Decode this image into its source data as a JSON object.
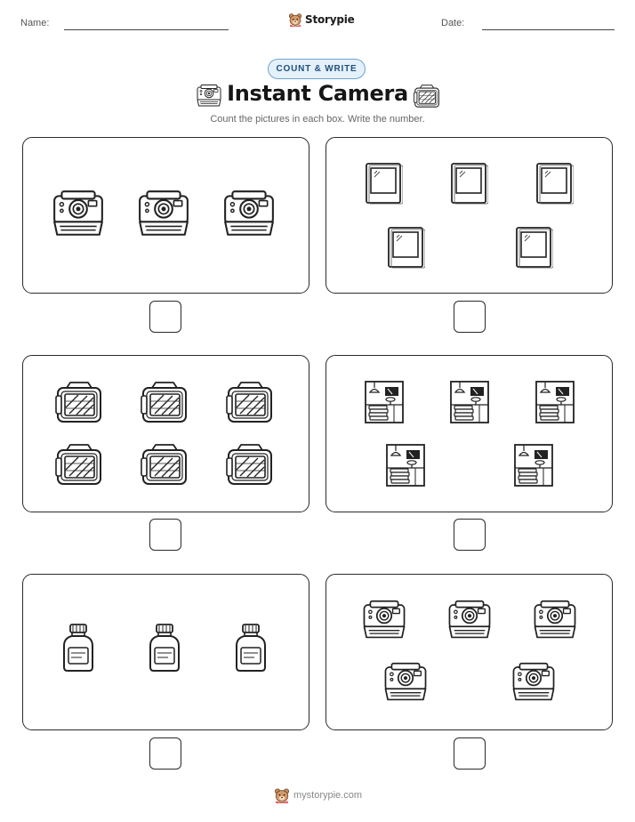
{
  "header": {
    "name_label": "Name:",
    "date_label": "Date:",
    "brand_name": "Storypie",
    "brand_icon": "bear-mascot-icon"
  },
  "badge": "COUNT & WRITE",
  "title": "Instant Camera",
  "title_icons": [
    "instant-camera-icon",
    "film-cartridge-icon"
  ],
  "instructions": "Count the pictures in each box. Write the number.",
  "panels": [
    {
      "item": "instant-camera",
      "count": 3
    },
    {
      "item": "photo-frame",
      "count": 5
    },
    {
      "item": "film-cartridge",
      "count": 6
    },
    {
      "item": "darkroom-scene",
      "count": 5
    },
    {
      "item": "developer-bottle",
      "count": 3
    },
    {
      "item": "instant-camera",
      "count": 5
    }
  ],
  "footer": {
    "site": "mystorypie.com"
  }
}
